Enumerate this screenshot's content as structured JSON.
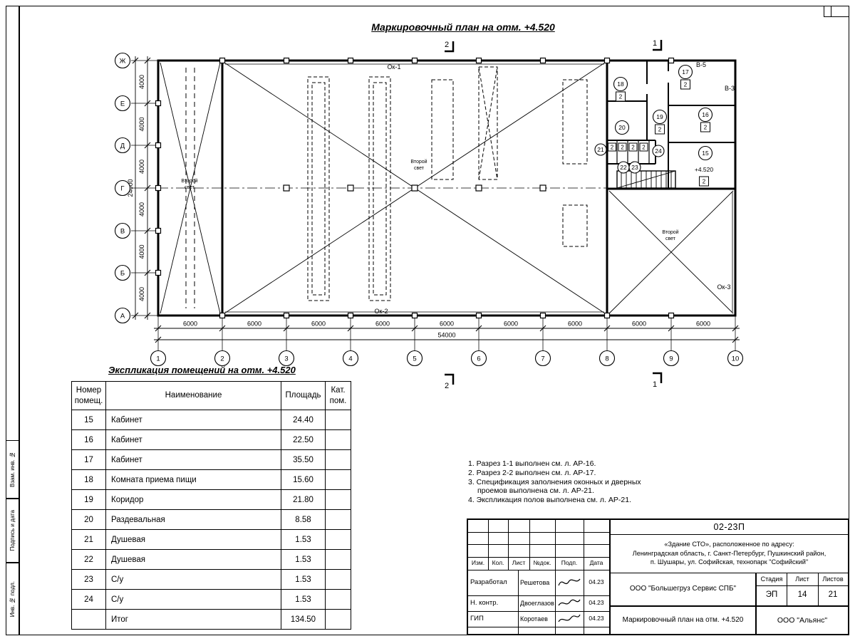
{
  "drawing": {
    "plan_title": "Маркировочный план на отм. +4.520",
    "row_axes": [
      "Ж",
      "Е",
      "Д",
      "Г",
      "В",
      "Б",
      "А"
    ],
    "col_axes": [
      "1",
      "2",
      "3",
      "4",
      "5",
      "6",
      "7",
      "8",
      "9",
      "10"
    ],
    "dim_4000": "4000",
    "dim_24000": "24000",
    "dim_6000": "6000",
    "dim_54000": "54000",
    "labels": {
      "ok1": "Ок-1",
      "ok2": "Ок-2",
      "ok3": "Ок-3",
      "v5": "В-5",
      "v3": "В-3",
      "elevation": "+4.520",
      "second_light_1": "Второй",
      "second_light_2": "свет",
      "floor_mark": "2",
      "section_1": "1",
      "section_2": "2"
    },
    "rooms": {
      "r15": "15",
      "r16": "16",
      "r17": "17",
      "r18": "18",
      "r19": "19",
      "r20": "20",
      "r21": "21",
      "r22": "22",
      "r23": "23",
      "r24": "24"
    }
  },
  "schedule": {
    "title": "Экспликация помещений на отм. +4.520",
    "headers": {
      "num": "Номер помещ.",
      "name": "Наименование",
      "area": "Площадь",
      "cat": "Кат. пом."
    },
    "rows": [
      {
        "num": "15",
        "name": "Кабинет",
        "area": "24.40",
        "cat": ""
      },
      {
        "num": "16",
        "name": "Кабинет",
        "area": "22.50",
        "cat": ""
      },
      {
        "num": "17",
        "name": "Кабинет",
        "area": "35.50",
        "cat": ""
      },
      {
        "num": "18",
        "name": "Комната приема пищи",
        "area": "15.60",
        "cat": ""
      },
      {
        "num": "19",
        "name": "Коридор",
        "area": "21.80",
        "cat": ""
      },
      {
        "num": "20",
        "name": "Раздевальная",
        "area": "8.58",
        "cat": ""
      },
      {
        "num": "21",
        "name": "Душевая",
        "area": "1.53",
        "cat": ""
      },
      {
        "num": "22",
        "name": "Душевая",
        "area": "1.53",
        "cat": ""
      },
      {
        "num": "23",
        "name": "С/у",
        "area": "1.53",
        "cat": ""
      },
      {
        "num": "24",
        "name": "С/у",
        "area": "1.53",
        "cat": ""
      },
      {
        "num": "",
        "name": "Итог",
        "area": "134.50",
        "cat": ""
      }
    ]
  },
  "notes": [
    "1. Разрез 1-1 выполнен см. л. АР-16.",
    "2. Разрез 2-2 выполнен см. л. АР-17.",
    "3. Спецификация заполнения оконных и дверных проемов выполнена см. л. АР-21.",
    "4. Экспликация полов выполнена см. л. АР-21."
  ],
  "stamp": {
    "doc_number": "02-23П",
    "address_line1": "«Здание СТО», расположенное по адресу:",
    "address_line2": "Ленинградская область, г. Санкт-Петербург, Пушкинский район,",
    "address_line3": "п. Шушары, ул. Софийская, технопарк \"Софийский\"",
    "change_headers": {
      "izm": "Изм.",
      "kol": "Кол.",
      "list": "Лист",
      "ndoc": "№док.",
      "podp": "Подп.",
      "data": "Дата"
    },
    "roles": [
      {
        "role": "Разработал",
        "name": "Решетова",
        "date": "04.23"
      },
      {
        "role": "Н. контр.",
        "name": "Двоеглазов",
        "date": "04.23"
      },
      {
        "role": "ГИП",
        "name": "Коротаев",
        "date": "04.23"
      }
    ],
    "org1": "ООО \"Большегруз Сервис СПБ\"",
    "sheet_title": "Маркировочный план на отм. +4.520",
    "org2": "ООО \"Альянс\"",
    "stage_headers": {
      "stage": "Стадия",
      "sheet": "Лист",
      "sheets": "Листов"
    },
    "stage": "ЭП",
    "sheet_no": "14",
    "sheets_total": "21"
  },
  "side_labels": {
    "vzam": "Взам. инв. №",
    "podpis": "Подпись и дата",
    "inv": "Инв. № подл."
  }
}
